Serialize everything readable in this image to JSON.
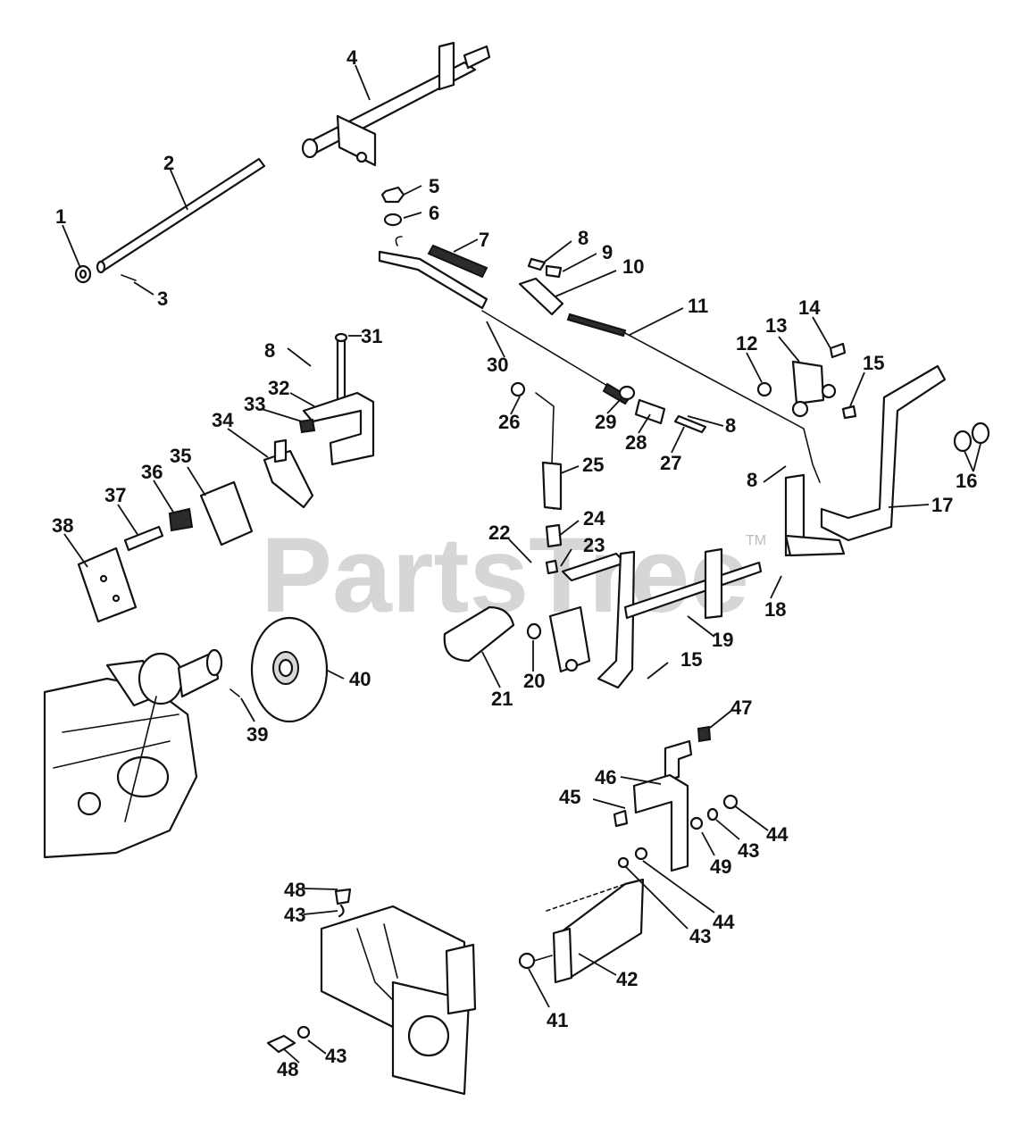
{
  "watermark": {
    "text": "PartsTree",
    "tm": "TM"
  },
  "callouts": [
    "1",
    "2",
    "3",
    "4",
    "5",
    "6",
    "7",
    "8",
    "9",
    "10",
    "11",
    "12",
    "13",
    "14",
    "15",
    "16",
    "17",
    "18",
    "19",
    "20",
    "21",
    "22",
    "23",
    "24",
    "25",
    "26",
    "27",
    "28",
    "29",
    "30",
    "31",
    "32",
    "33",
    "34",
    "35",
    "36",
    "37",
    "38",
    "39",
    "40",
    "41",
    "42",
    "43",
    "44",
    "45",
    "46",
    "47",
    "48",
    "49"
  ]
}
